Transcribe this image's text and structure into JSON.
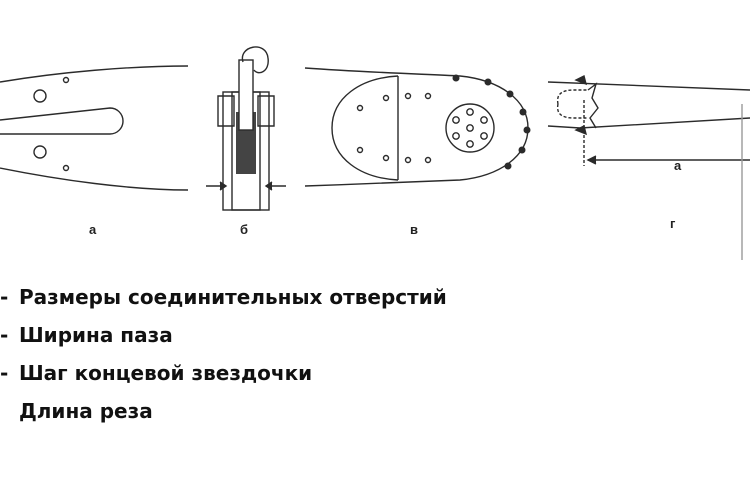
{
  "figures": {
    "a": "а",
    "b": "б",
    "v": "в",
    "g": "г",
    "dimension_a": "а"
  },
  "legend": {
    "items": [
      {
        "marker": "-",
        "text": "Размеры соединительных отверстий"
      },
      {
        "marker": "-",
        "text": "Ширина паза"
      },
      {
        "marker": "-",
        "text": "Шаг концевой звездочки"
      },
      {
        "marker": "",
        "text": "Длина реза"
      }
    ]
  },
  "colors": {
    "stroke": "#2b2b2b",
    "text": "#111111",
    "background": "#ffffff"
  }
}
